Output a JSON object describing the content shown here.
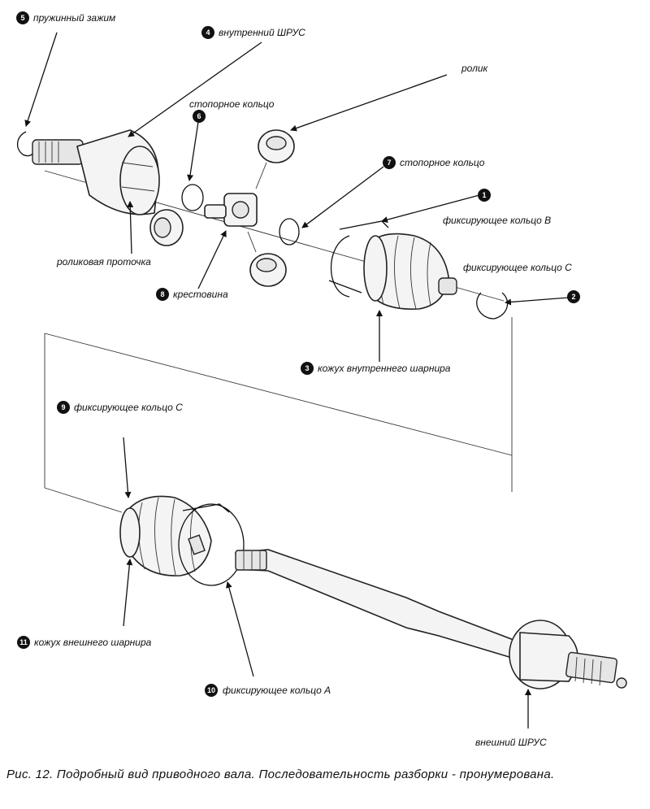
{
  "labels": {
    "l5": {
      "num": "5",
      "text": "пружинный зажим"
    },
    "l4": {
      "num": "4",
      "text": "внутренний ШРУС"
    },
    "roller": {
      "text": "ролик"
    },
    "l6": {
      "num": "6",
      "text": "стопорное кольцо"
    },
    "l7": {
      "num": "7",
      "text": "стопорное кольцо"
    },
    "l1": {
      "num": "1",
      "text": "фиксирующее кольцо В"
    },
    "fixC_top": {
      "text": "фиксирующее кольцо С"
    },
    "l2": {
      "num": "2"
    },
    "groove": {
      "text": "роликовая проточка"
    },
    "l8": {
      "num": "8",
      "text": "крестовина"
    },
    "l3": {
      "num": "3",
      "text": "кожух внутреннего шарнира"
    },
    "l9": {
      "num": "9",
      "text": "фиксирующее кольцо С"
    },
    "l11": {
      "num": "11",
      "text": "кожух внешнего шарнира"
    },
    "l10": {
      "num": "10",
      "text": "фиксирующее кольцо А"
    },
    "outer": {
      "text": "внешний ШРУС"
    }
  },
  "caption": "Рис. 12. Подробный вид приводного вала. Последовательность разборки - пронумерована."
}
